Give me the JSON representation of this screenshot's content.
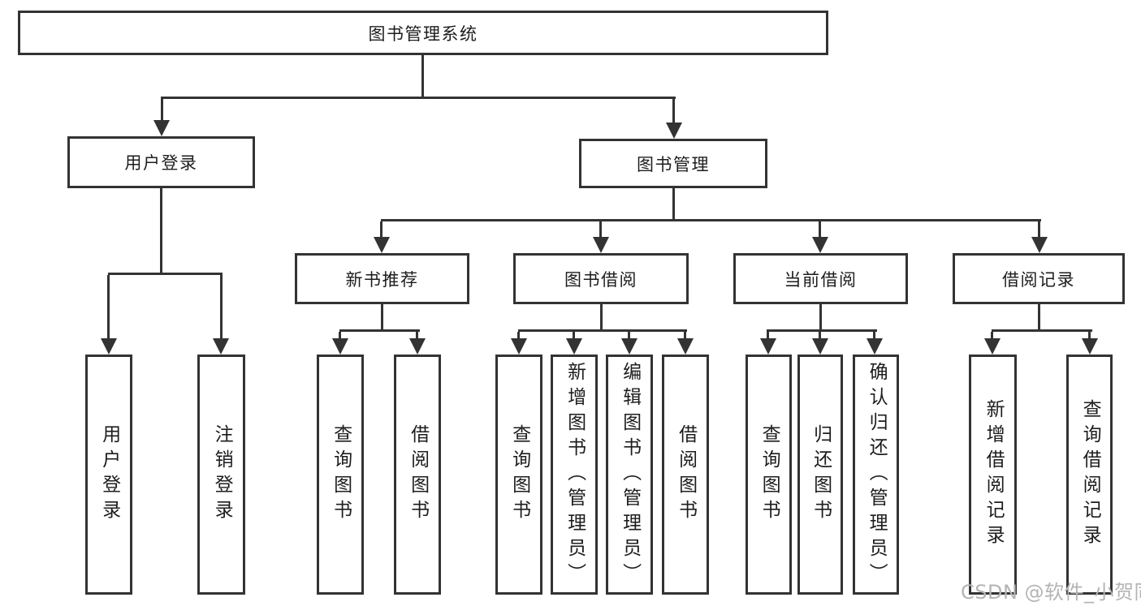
{
  "colors": {
    "line": "#333333",
    "text": "#1d1d1f",
    "watermark": "#b4b4b4",
    "background": "#ffffff"
  },
  "watermark": {
    "text": "CSDN @软件_小贺同学"
  },
  "tree": {
    "root": {
      "label": "图书管理系统"
    },
    "children": [
      {
        "label": "用户登录",
        "leaves": [
          {
            "label": "用户登录"
          },
          {
            "label": "注销登录"
          }
        ]
      },
      {
        "label": "图书管理",
        "children": [
          {
            "label": "新书推荐",
            "leaves": [
              {
                "label": "查询图书"
              },
              {
                "label": "借阅图书"
              }
            ]
          },
          {
            "label": "图书借阅",
            "leaves": [
              {
                "label": "查询图书"
              },
              {
                "label": "新增图书（管理员）"
              },
              {
                "label": "编辑图书（管理员）"
              },
              {
                "label": "借阅图书"
              }
            ]
          },
          {
            "label": "当前借阅",
            "leaves": [
              {
                "label": "查询图书"
              },
              {
                "label": "归还图书"
              },
              {
                "label": "确认归还（管理员）"
              }
            ]
          },
          {
            "label": "借阅记录",
            "leaves": [
              {
                "label": "新增借阅记录"
              },
              {
                "label": "查询借阅记录"
              }
            ]
          }
        ]
      }
    ]
  }
}
